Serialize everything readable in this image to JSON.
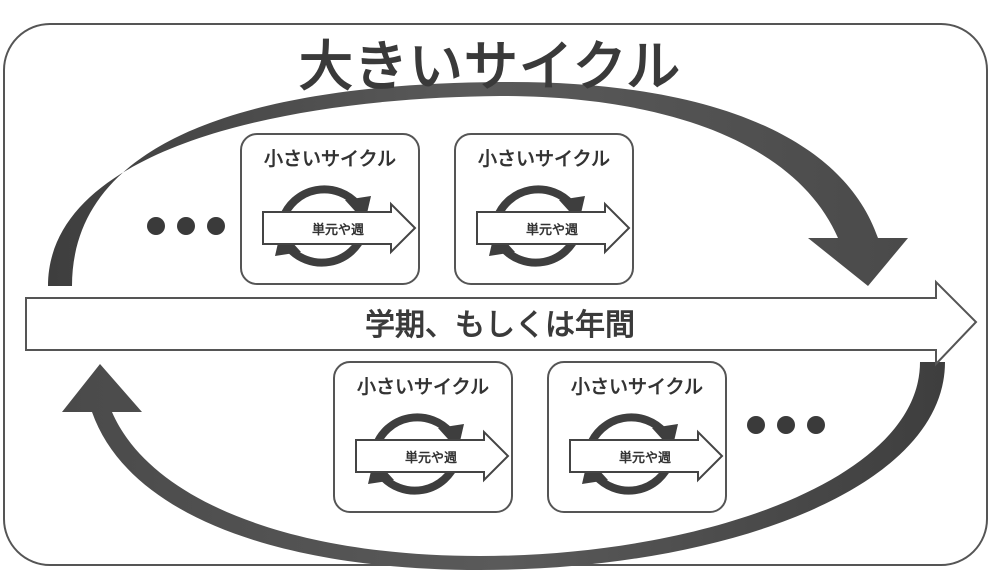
{
  "diagram": {
    "title": "大きいサイクル",
    "timeline_label": "学期、もしくは年間",
    "cycles": [
      {
        "title": "小さいサイクル",
        "inner_label": "単元や週"
      },
      {
        "title": "小さいサイクル",
        "inner_label": "単元や週"
      },
      {
        "title": "小さいサイクル",
        "inner_label": "単元や週"
      },
      {
        "title": "小さいサイクル",
        "inner_label": "単元や週"
      }
    ],
    "colors": {
      "arrow_dark": "#4a4a4a",
      "outline": "#444444",
      "dots": "#3a3a3a"
    }
  }
}
